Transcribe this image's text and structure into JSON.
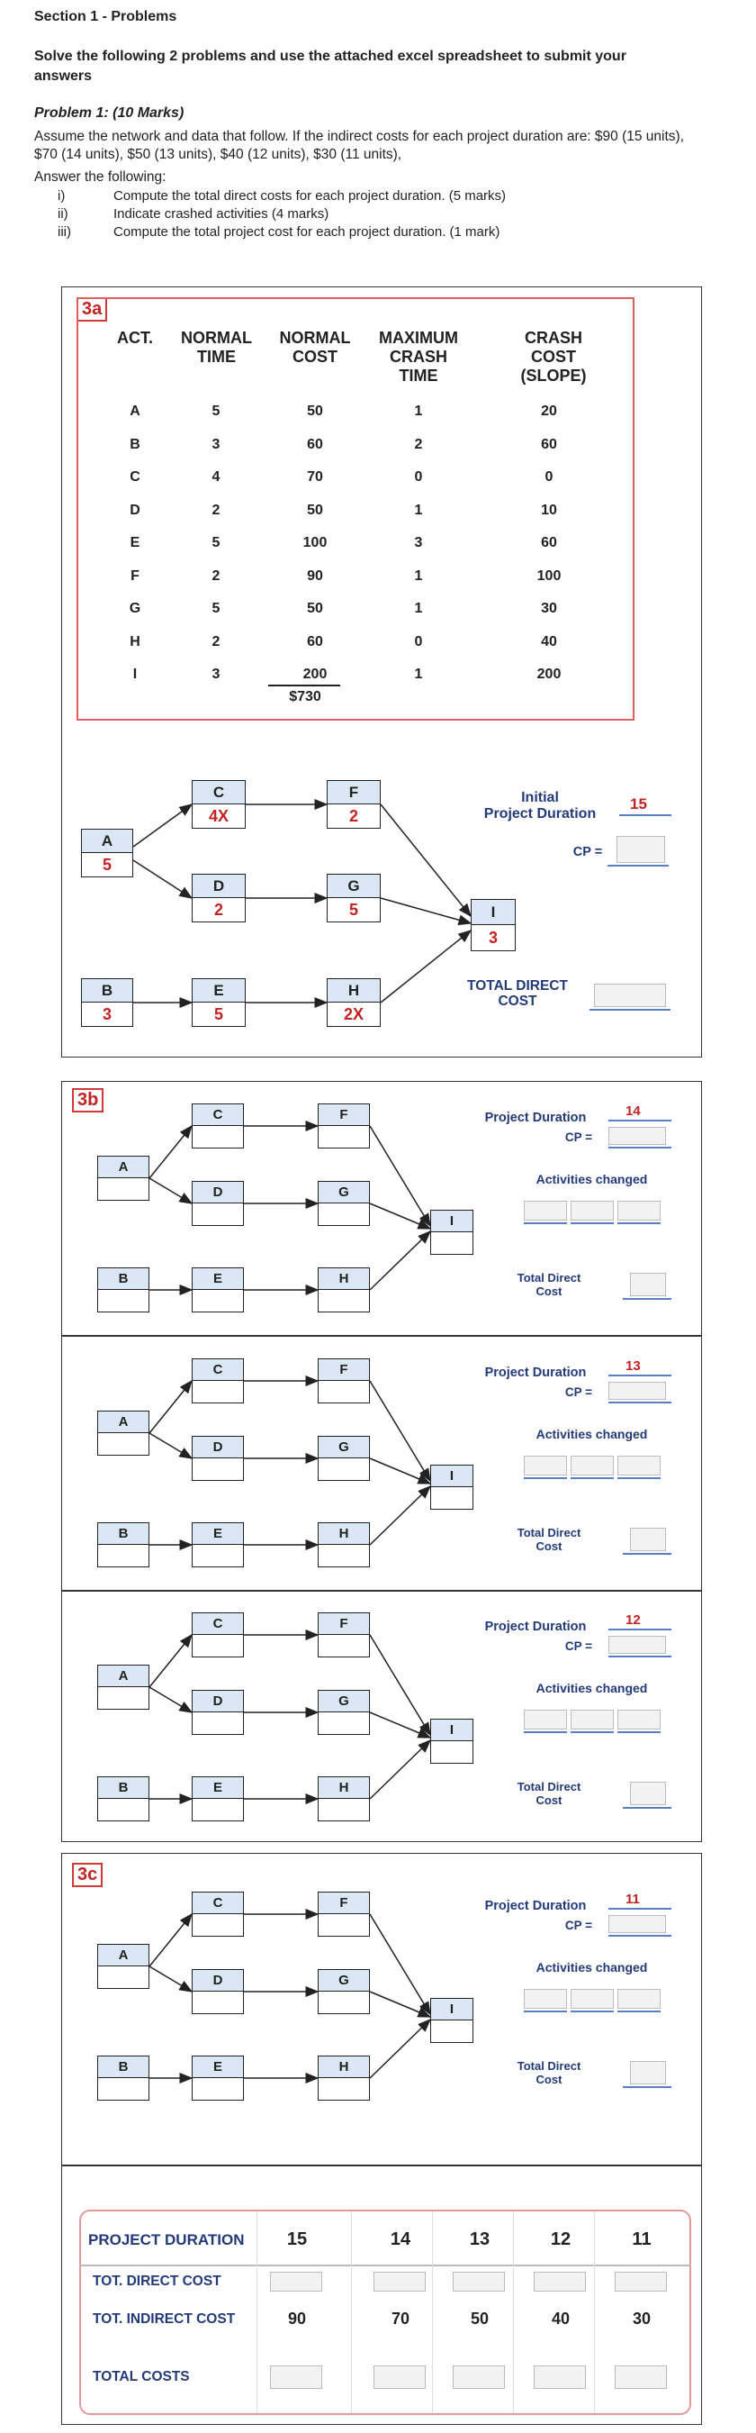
{
  "header": {
    "section": "Section 1 - Problems",
    "instructions": "Solve the following 2 problems and use the attached excel spreadsheet to submit your answers",
    "problem_title": "Problem 1:  (10 Marks)",
    "problem_text": "Assume the network and data that follow. If the indirect costs for each project duration are: $90 (15 units), $70 (14 units), $50 (13 units), $40 (12 units), $30 (11 units),",
    "answer_intro": "Answer the following:",
    "items": [
      {
        "num": "i)",
        "text": "Compute the total direct costs for each project duration.  (5 marks)"
      },
      {
        "num": "ii)",
        "text": "Indicate crashed activities (4 marks)"
      },
      {
        "num": "iii)",
        "text": "Compute the total project cost for each project duration. (1 mark)"
      }
    ]
  },
  "panel_3a": {
    "tag": "3a",
    "columns": [
      "ACT.",
      "NORMAL\nTIME",
      "NORMAL\nCOST",
      "MAXIMUM\nCRASH\nTIME",
      "CRASH\nCOST\n(SLOPE)"
    ],
    "rows": [
      [
        "A",
        "5",
        "50",
        "1",
        "20"
      ],
      [
        "B",
        "3",
        "60",
        "2",
        "60"
      ],
      [
        "C",
        "4",
        "70",
        "0",
        "0"
      ],
      [
        "D",
        "2",
        "50",
        "1",
        "10"
      ],
      [
        "E",
        "5",
        "100",
        "3",
        "60"
      ],
      [
        "F",
        "2",
        "90",
        "1",
        "100"
      ],
      [
        "G",
        "5",
        "50",
        "1",
        "30"
      ],
      [
        "H",
        "2",
        "60",
        "0",
        "40"
      ],
      [
        "I",
        "3",
        "200",
        "1",
        "200"
      ]
    ],
    "total": "$730",
    "network": {
      "A": "5",
      "B": "3",
      "C": "4X",
      "D": "2",
      "E": "5",
      "F": "2",
      "G": "5",
      "H": "2X",
      "I": "3"
    },
    "initial_duration_label": "Initial\nProject Duration",
    "initial_duration_value": "15",
    "cp_label": "CP =",
    "total_direct_label": "TOTAL DIRECT\nCOST"
  },
  "panel_3b": {
    "tag": "3b",
    "subpanels": [
      {
        "duration": "14"
      },
      {
        "duration": "13"
      },
      {
        "duration": "12"
      }
    ],
    "project_duration_label": "Project Duration",
    "cp_label": "CP =",
    "activities_changed_label": "Activities changed",
    "total_direct_label": "Total Direct\nCost"
  },
  "panel_3c": {
    "tag": "3c",
    "duration": "11",
    "project_duration_label": "Project Duration",
    "cp_label": "CP =",
    "activities_changed_label": "Activities changed",
    "total_direct_label": "Total Direct\nCost"
  },
  "summary": {
    "project_duration_label": "PROJECT DURATION",
    "durations": [
      "15",
      "14",
      "13",
      "12",
      "11"
    ],
    "direct_cost_label": "TOT. DIRECT COST",
    "indirect_cost_label": "TOT. INDIRECT COST",
    "indirect_costs": [
      "90",
      "70",
      "50",
      "40",
      "30"
    ],
    "total_costs_label": "TOTAL COSTS"
  },
  "colors": {
    "accent_red": "#c42222",
    "node_header": "#dbe7f5",
    "label_blue": "#233a7a",
    "underline_blue": "#5a7dc4"
  }
}
